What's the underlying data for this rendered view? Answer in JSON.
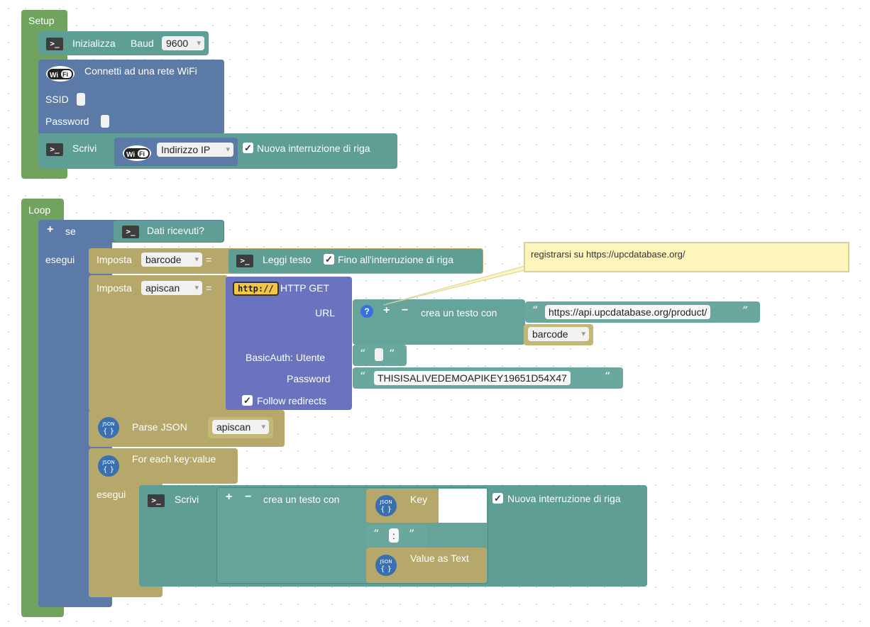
{
  "setup": {
    "hat_label": "Setup",
    "init": {
      "label": "Inizializza",
      "baud_label": "Baud",
      "baud_value": "9600"
    },
    "wifi_connect": {
      "label": "Connetti ad una rete WiFi",
      "ssid_label": "SSID",
      "password_label": "Password"
    },
    "write": {
      "label": "Scrivi",
      "ip_dropdown": "Indirizzo IP",
      "newline_label": "Nuova interruzione di riga",
      "newline_checked": true
    }
  },
  "loop": {
    "hat_label": "Loop",
    "if_block": {
      "plus": "+",
      "if_label": "se",
      "do_label": "esegui",
      "condition_label": "Dati ricevuti?"
    },
    "set_barcode": {
      "set_label": "Imposta",
      "var": "barcode",
      "eq": "=",
      "read_label": "Leggi testo",
      "until_label": "Fino all'interruzione di riga"
    },
    "set_apiscan": {
      "set_label": "Imposta",
      "var": "apiscan",
      "eq": "="
    },
    "http_get": {
      "badge": "http://",
      "label": "HTTP GET",
      "url_label": "URL",
      "user_label": "BasicAuth: Utente",
      "password_label": "Password",
      "password_value": "THISISALIVEDEMOAPIKEY19651D54X47",
      "follow_label": "Follow redirects"
    },
    "text_join": {
      "help": "?",
      "plus": "+",
      "minus": "−",
      "label": "crea un testo con",
      "url_value": "https://api.upcdatabase.org/product/",
      "var": "barcode"
    },
    "comment": "registrarsi su https://upcdatabase.org/",
    "parse_json": {
      "icon_text": "JSON",
      "label": "Parse JSON",
      "var": "apiscan"
    },
    "for_each": {
      "icon_text": "JSON",
      "label": "For each key:value",
      "do_label": "esegui",
      "write_label": "Scrivi",
      "join_plus": "+",
      "join_minus": "−",
      "join_label": "crea un testo con",
      "key_label": "Key",
      "sep_value": ":",
      "value_label": "Value as Text",
      "newline_label": "Nuova interruzione di riga"
    }
  },
  "glyphs": {
    "open_quote": "“",
    "close_quote": "”",
    "check": "✓",
    "terminal": ">_",
    "wifi_text": "Wi Fi"
  }
}
